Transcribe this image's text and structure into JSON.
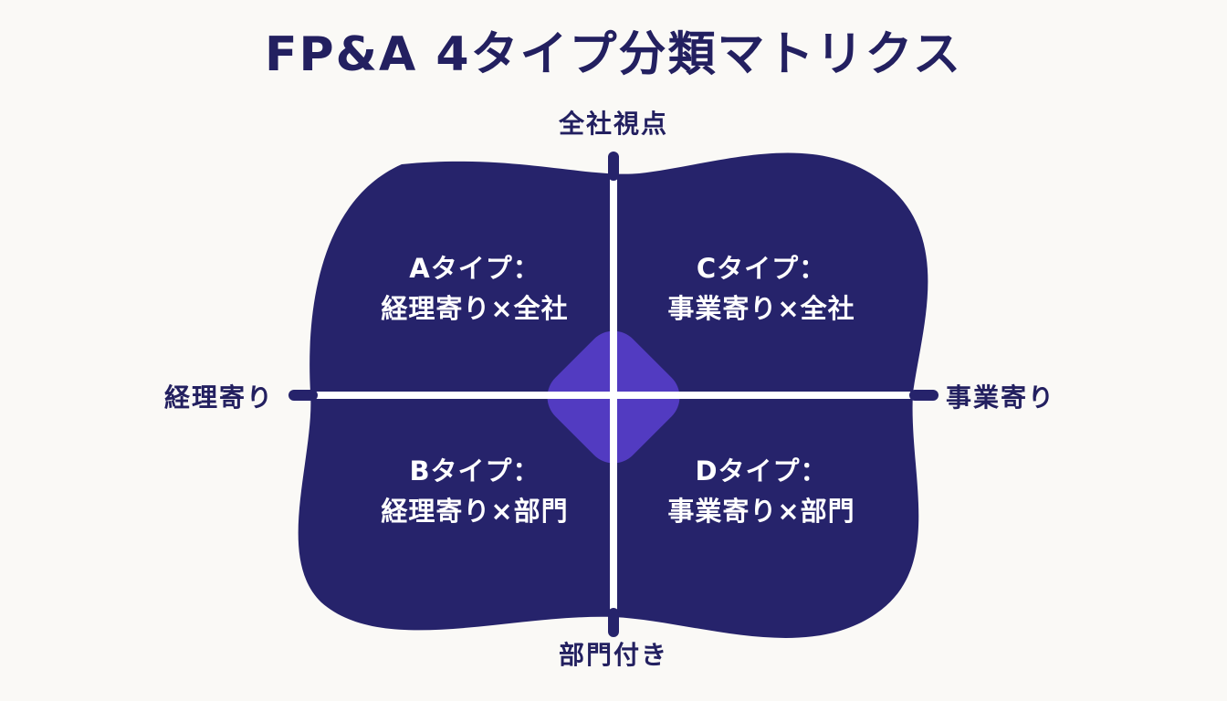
{
  "colors": {
    "text": "#232060",
    "blob": "#26236b",
    "center": "#5a3fd0",
    "axis_line": "#ffffff",
    "background": "#faf9f6"
  },
  "title": "FP&A 4タイプ分類マトリクス",
  "axes": {
    "top": "全社視点",
    "bottom": "部門付き",
    "left": "経理寄り",
    "right": "事業寄り"
  },
  "quadrants": {
    "a": {
      "type": "Aタイプ：",
      "desc": "経理寄り×全社"
    },
    "b": {
      "type": "Bタイプ：",
      "desc": "経理寄り×部門"
    },
    "c": {
      "type": "Cタイプ：",
      "desc": "事業寄り×全社"
    },
    "d": {
      "type": "Dタイプ：",
      "desc": "事業寄り×部門"
    }
  }
}
